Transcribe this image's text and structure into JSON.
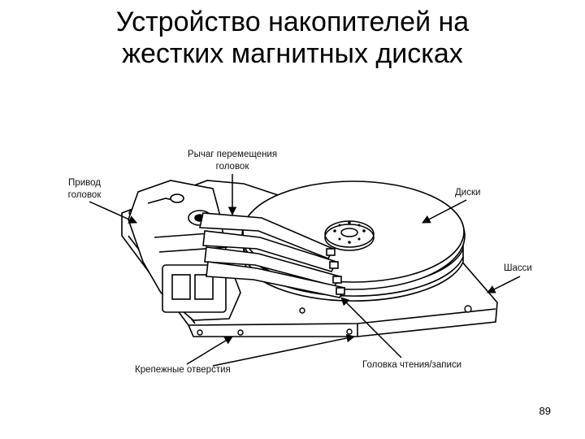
{
  "slide": {
    "title_line1": "Устройство накопителей на",
    "title_line2": "жестких магнитных дисках",
    "page_number": "89"
  },
  "diagram": {
    "labels": {
      "actuator_arm": [
        "Рычаг перемещения",
        "головок"
      ],
      "head_drive": [
        "Привод",
        "головок"
      ],
      "disks": "Диски",
      "chassis": "Шасси",
      "mounting_holes": "Крепежные отверстия",
      "read_write_head": "Головка чтения/записи"
    }
  }
}
